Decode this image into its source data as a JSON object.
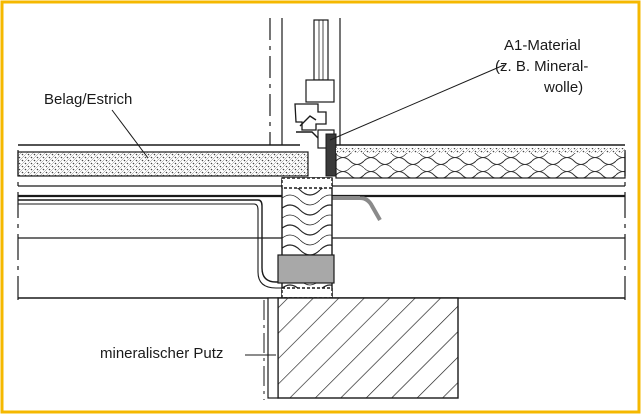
{
  "diagram": {
    "labels": {
      "top_right_line1": "A1-Material",
      "top_right_line2": "(z. B. Mineral-",
      "top_right_line3": "wolle)",
      "left_top": "Belag/Estrich",
      "bottom_left": "mineralischer Putz"
    },
    "colors": {
      "frame": "#f5b800",
      "line": "#1a1a1a",
      "fill_gray": "#a8a8a8",
      "fill_dark": "#3a3a3a"
    }
  }
}
